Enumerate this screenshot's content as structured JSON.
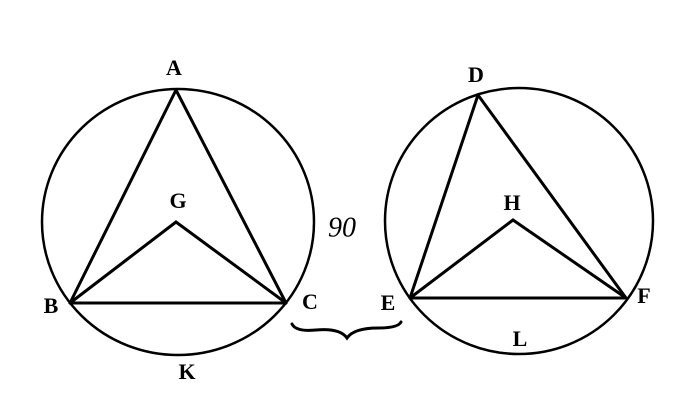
{
  "figure_number": "90",
  "left_figure": {
    "points": {
      "A": "A",
      "B": "B",
      "C": "C",
      "G": "G",
      "K": "K"
    }
  },
  "right_figure": {
    "points": {
      "D": "D",
      "E": "E",
      "F": "F",
      "H": "H",
      "L": "L"
    }
  },
  "colors": {
    "ink": "#000000",
    "paper": "#ffffff"
  }
}
